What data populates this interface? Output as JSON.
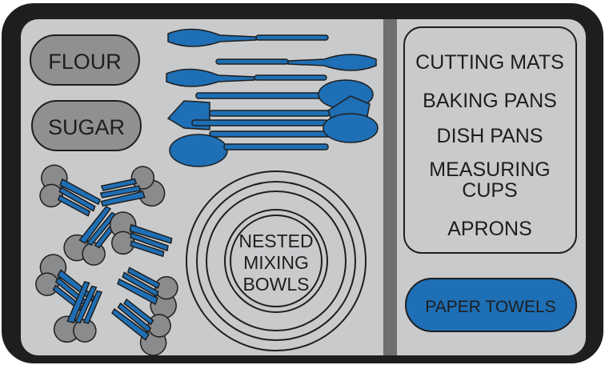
{
  "colors": {
    "frame": "#1e1e1e",
    "panel": "#c9cacc",
    "divider": "#6d6e70",
    "canister": "#8f9092",
    "utensil_blue": "#1e6fb5",
    "tool_gray": "#8a8b8d"
  },
  "canisters": {
    "flour": "FLOUR",
    "sugar": "SUGAR"
  },
  "bowls": {
    "line1": "NESTED",
    "line2": "MIXING",
    "line3": "BOWLS"
  },
  "shelf_items": [
    {
      "lines": [
        "CUTTING MATS"
      ]
    },
    {
      "lines": [
        "BAKING PANS"
      ]
    },
    {
      "lines": [
        "DISH PANS"
      ]
    },
    {
      "lines": [
        "MEASURING",
        "CUPS"
      ]
    },
    {
      "lines": [
        "APRONS"
      ]
    }
  ],
  "paper_towels": "PAPER TOWELS",
  "icons": {
    "whisks": "whisk-icon",
    "spatulas": "spatula-icon",
    "measuring_spoons": "measuring-spoon-set-icon"
  }
}
